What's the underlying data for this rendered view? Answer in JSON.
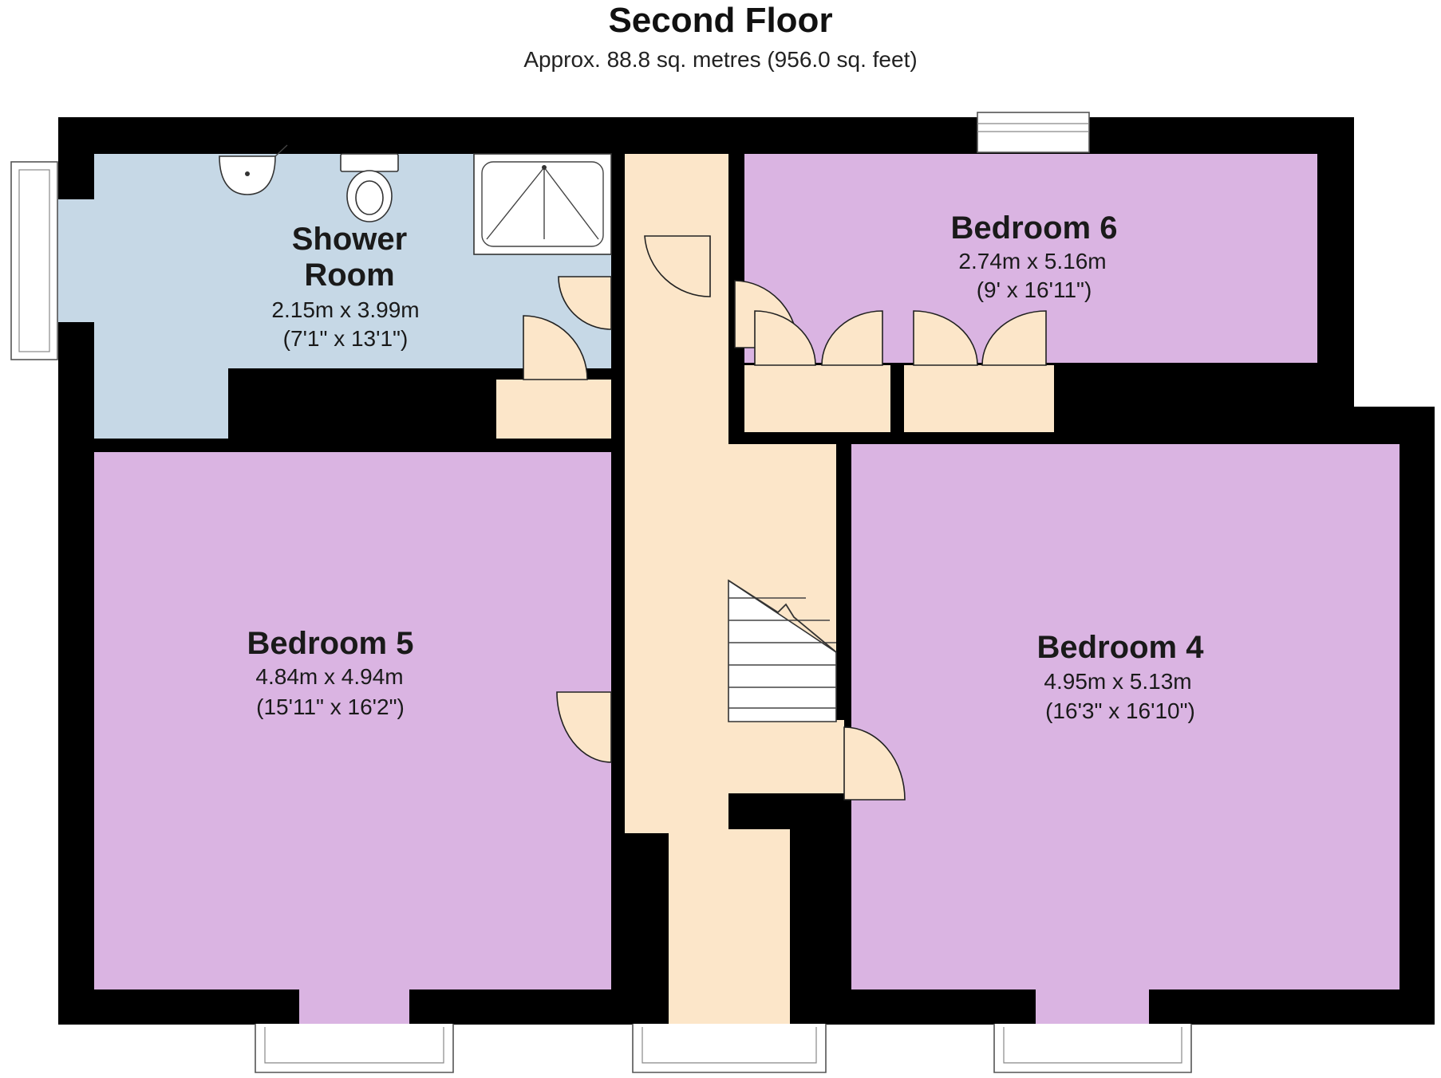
{
  "heading": {
    "title": "Second Floor",
    "subtitle": "Approx. 88.8 sq. metres (956.0 sq. feet)"
  },
  "rooms": {
    "shower_room": {
      "name_line1": "Shower",
      "name_line2": "Room",
      "metric": "2.15m x 3.99m",
      "imperial": "(7'1\" x 13'1\")"
    },
    "bedroom_6": {
      "name": "Bedroom 6",
      "metric": "2.74m x 5.16m",
      "imperial": "(9' x 16'11\")"
    },
    "bedroom_5": {
      "name": "Bedroom 5",
      "metric": "4.84m x 4.94m",
      "imperial": "(15'11\" x 16'2\")"
    },
    "bedroom_4": {
      "name": "Bedroom 4",
      "metric": "4.95m x 5.13m",
      "imperial": "(16'3\" x 16'10\")"
    }
  },
  "colors": {
    "wall": "#000000",
    "bedroom": "#dab4e2",
    "shower_room": "#c6d8e6",
    "circulation": "#fce6c9"
  }
}
